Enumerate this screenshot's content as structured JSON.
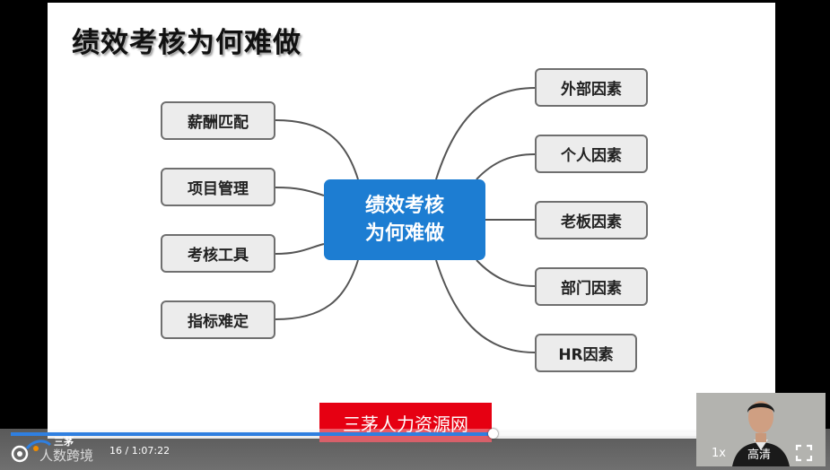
{
  "slide": {
    "title": "绩效考核为何难做",
    "center": {
      "line1": "绩效考核",
      "line2": "为何难做"
    },
    "left_nodes": [
      "薪酬匹配",
      "项目管理",
      "考核工具",
      "指标难定"
    ],
    "right_nodes": [
      "外部因素",
      "个人因素",
      "老板因素",
      "部门因素",
      "HR因素"
    ],
    "watermark": "三茅人力资源网",
    "colors": {
      "center_fill": "#1d7dd2",
      "node_fill": "#ececec",
      "node_border": "#6f6f6f",
      "watermark_fill": "#e60012"
    }
  },
  "player": {
    "time_display": "16 / 1:07:22",
    "progress_fraction": 0.597,
    "speed_label": "1x",
    "quality_label": "高清",
    "fullscreen_icon": "fullscreen-icon",
    "brand": "三茅",
    "tagline": "人数跨境",
    "accent_color": "#2f7fe0"
  }
}
